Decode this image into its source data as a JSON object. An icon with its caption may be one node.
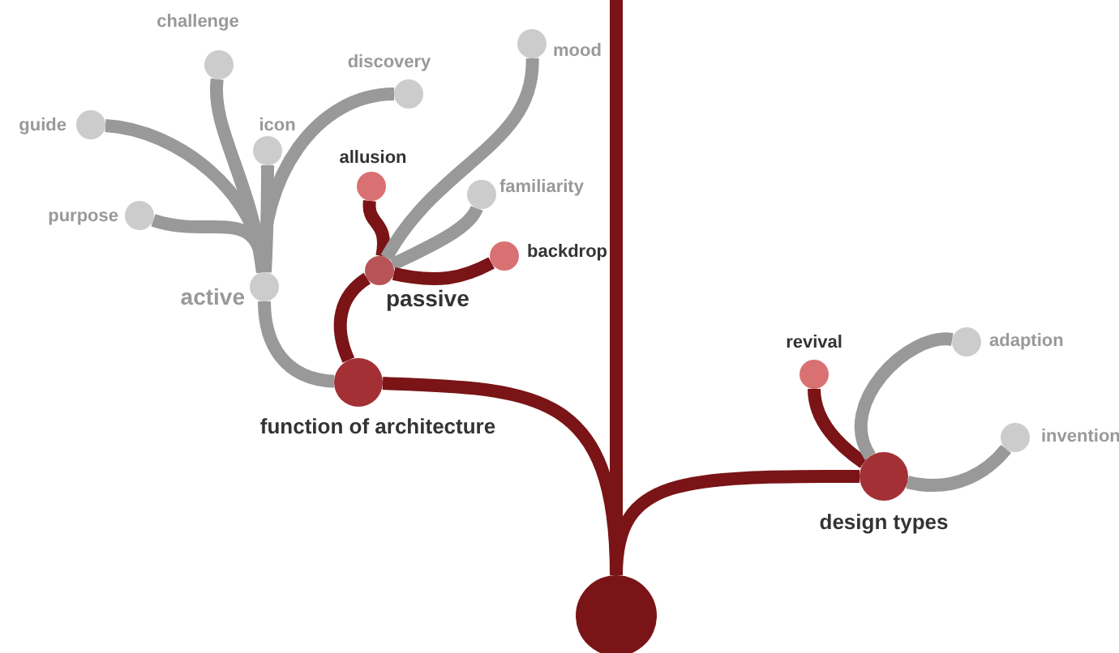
{
  "diagram": {
    "nodes": [
      {
        "text": [],
        "shape": "circle"
      },
      {
        "text": [],
        "shape": "circle",
        "beside": [
          "function of architecture"
        ]
      },
      {
        "text": [],
        "shape": "circle",
        "beside": [
          "design types"
        ]
      },
      {
        "text": [],
        "shape": "circle",
        "beside": [
          "active"
        ]
      },
      {
        "text": [],
        "shape": "circle",
        "beside": [
          "passive"
        ]
      },
      {
        "text": [],
        "shape": "circle",
        "beside": [
          "guide"
        ]
      },
      {
        "text": [],
        "shape": "circle",
        "beside": [
          "challenge"
        ]
      },
      {
        "text": [],
        "shape": "circle",
        "beside": [
          "icon"
        ]
      },
      {
        "text": [],
        "shape": "circle",
        "beside": [
          "discovery"
        ]
      },
      {
        "text": [],
        "shape": "circle",
        "beside": [
          "purpose"
        ]
      },
      {
        "text": [],
        "shape": "circle",
        "beside": [
          "allusion"
        ]
      },
      {
        "text": [],
        "shape": "circle",
        "beside": [
          "mood"
        ]
      },
      {
        "text": [],
        "shape": "circle",
        "beside": [
          "familiarity"
        ]
      },
      {
        "text": [],
        "shape": "circle",
        "beside": [
          "backdrop"
        ]
      },
      {
        "text": [],
        "shape": "circle",
        "beside": [
          "revival"
        ]
      },
      {
        "text": [],
        "shape": "circle",
        "beside": [
          "adaption"
        ]
      },
      {
        "text": [],
        "shape": "circle",
        "beside": [
          "invention"
        ]
      }
    ],
    "edges": [
      {
        "from": null,
        "to": 0,
        "arrow": "none",
        "color": "#7a1416"
      },
      {
        "from": 0,
        "to": 1,
        "arrow": "none",
        "color": "#7a1416"
      },
      {
        "from": 0,
        "to": 2,
        "arrow": "none",
        "color": "#7a1416"
      },
      {
        "from": 1,
        "to": 3,
        "arrow": "none"
      },
      {
        "from": 1,
        "to": 4,
        "arrow": "none",
        "color": "#7a1416"
      },
      {
        "from": 3,
        "to": 5,
        "arrow": "none"
      },
      {
        "from": 3,
        "to": 6,
        "arrow": "none"
      },
      {
        "from": 3,
        "to": 7,
        "arrow": "none"
      },
      {
        "from": 3,
        "to": 8,
        "arrow": "none"
      },
      {
        "from": 3,
        "to": 9,
        "arrow": "none"
      },
      {
        "from": 4,
        "to": 10,
        "arrow": "none",
        "color": "#7a1416"
      },
      {
        "from": 4,
        "to": 11,
        "arrow": "none"
      },
      {
        "from": 4,
        "to": 12,
        "arrow": "none"
      },
      {
        "from": 4,
        "to": 13,
        "arrow": "none",
        "color": "#7a1416"
      },
      {
        "from": 2,
        "to": 14,
        "arrow": "none",
        "color": "#7a1416"
      },
      {
        "from": 2,
        "to": 15,
        "arrow": "none"
      },
      {
        "from": 2,
        "to": 16,
        "arrow": "none"
      }
    ]
  }
}
